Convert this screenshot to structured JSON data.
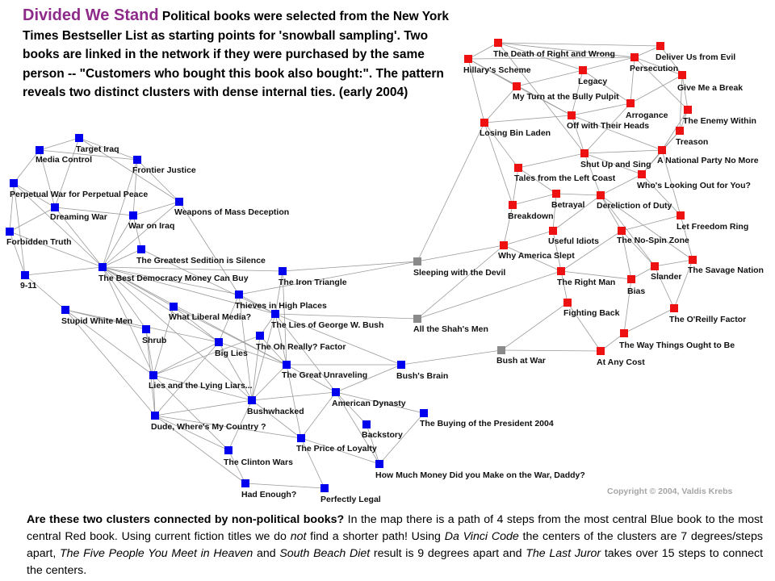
{
  "header": {
    "title": "Divided We Stand",
    "description": "Political books were selected from the New York Times Bestseller List as starting points for 'snowball sampling'. Two books are linked in the network if they were purchased by the same person -- \"Customers who bought this book also bought:\". The pattern reveals two distinct clusters with dense internal ties. (early 2004)"
  },
  "colors": {
    "blue": "#0000ee",
    "red": "#ee1111",
    "gray": "#8a8a8a",
    "edge": "#9a9a9a",
    "title": "#8e2a8a"
  },
  "network": {
    "nodes": [
      {
        "id": "b1",
        "label": "Target Iraq",
        "group": "blue"
      },
      {
        "id": "b2",
        "label": "Media Control",
        "group": "blue"
      },
      {
        "id": "b3",
        "label": "Frontier Justice",
        "group": "blue"
      },
      {
        "id": "b4",
        "label": "Perpetual War for Perpetual Peace",
        "group": "blue"
      },
      {
        "id": "b5",
        "label": "Weapons of Mass Deception",
        "group": "blue"
      },
      {
        "id": "b6",
        "label": "Dreaming War",
        "group": "blue"
      },
      {
        "id": "b7",
        "label": "War on Iraq",
        "group": "blue"
      },
      {
        "id": "b8",
        "label": "Forbidden Truth",
        "group": "blue"
      },
      {
        "id": "b9",
        "label": "The Greatest Sedition is Silence",
        "group": "blue"
      },
      {
        "id": "b10",
        "label": "9-11",
        "group": "blue"
      },
      {
        "id": "b11",
        "label": "The Best Democracy Money Can Buy",
        "group": "blue"
      },
      {
        "id": "b12",
        "label": "The Iron Triangle",
        "group": "blue"
      },
      {
        "id": "b13",
        "label": "Thieves in High Places",
        "group": "blue"
      },
      {
        "id": "b14",
        "label": "Stupid White Men",
        "group": "blue"
      },
      {
        "id": "b15",
        "label": "What Liberal Media?",
        "group": "blue"
      },
      {
        "id": "b16",
        "label": "The Lies of George W. Bush",
        "group": "blue"
      },
      {
        "id": "b17",
        "label": "Shrub",
        "group": "blue"
      },
      {
        "id": "b18",
        "label": "The Oh Really? Factor",
        "group": "blue"
      },
      {
        "id": "b19",
        "label": "Big Lies",
        "group": "blue"
      },
      {
        "id": "b20",
        "label": "The Great Unraveling",
        "group": "blue"
      },
      {
        "id": "b21",
        "label": "Bush's Brain",
        "group": "blue"
      },
      {
        "id": "b22",
        "label": "Lies and the Lying Liars...",
        "group": "blue"
      },
      {
        "id": "b23",
        "label": "American Dynasty",
        "group": "blue"
      },
      {
        "id": "b24",
        "label": "Bushwhacked",
        "group": "blue"
      },
      {
        "id": "b25",
        "label": "The Buying of the President 2004",
        "group": "blue"
      },
      {
        "id": "b26",
        "label": "Dude, Where's My Country ?",
        "group": "blue"
      },
      {
        "id": "b27",
        "label": "Backstory",
        "group": "blue"
      },
      {
        "id": "b28",
        "label": "The Price of Loyalty",
        "group": "blue"
      },
      {
        "id": "b29",
        "label": "The Clinton Wars",
        "group": "blue"
      },
      {
        "id": "b30",
        "label": "How Much Money Did you Make on the War, Daddy?",
        "group": "blue"
      },
      {
        "id": "b31",
        "label": "Had Enough?",
        "group": "blue"
      },
      {
        "id": "b32",
        "label": "Perfectly Legal",
        "group": "blue"
      },
      {
        "id": "g1",
        "label": "Sleeping with the Devil",
        "group": "gray"
      },
      {
        "id": "g2",
        "label": "All the Shah's Men",
        "group": "gray"
      },
      {
        "id": "g3",
        "label": "Bush at War",
        "group": "gray"
      },
      {
        "id": "r1",
        "label": "The Death of Right and Wrong",
        "group": "red"
      },
      {
        "id": "r2",
        "label": "Deliver Us from Evil",
        "group": "red"
      },
      {
        "id": "r3",
        "label": "Hillary's Scheme",
        "group": "red"
      },
      {
        "id": "r4",
        "label": "Persecution",
        "group": "red"
      },
      {
        "id": "r5",
        "label": "Legacy",
        "group": "red"
      },
      {
        "id": "r6",
        "label": "Give Me a Break",
        "group": "red"
      },
      {
        "id": "r7",
        "label": "My Turn at the Bully Pulpit",
        "group": "red"
      },
      {
        "id": "r8",
        "label": "Arrogance",
        "group": "red"
      },
      {
        "id": "r9",
        "label": "The Enemy Within",
        "group": "red"
      },
      {
        "id": "r10",
        "label": "Off with Their Heads",
        "group": "red"
      },
      {
        "id": "r11",
        "label": "Losing Bin Laden",
        "group": "red"
      },
      {
        "id": "r12",
        "label": "Treason",
        "group": "red"
      },
      {
        "id": "r13",
        "label": "Shut Up and Sing",
        "group": "red"
      },
      {
        "id": "r14",
        "label": "A National Party No More",
        "group": "red"
      },
      {
        "id": "r15",
        "label": "Tales from the Left Coast",
        "group": "red"
      },
      {
        "id": "r16",
        "label": "Who's Looking Out for You?",
        "group": "red"
      },
      {
        "id": "r17",
        "label": "Betrayal",
        "group": "red"
      },
      {
        "id": "r18",
        "label": "Dereliction of Duty",
        "group": "red"
      },
      {
        "id": "r19",
        "label": "Breakdown",
        "group": "red"
      },
      {
        "id": "r20",
        "label": "Let Freedom Ring",
        "group": "red"
      },
      {
        "id": "r21",
        "label": "The No-Spin Zone",
        "group": "red"
      },
      {
        "id": "r22",
        "label": "Useful Idiots",
        "group": "red"
      },
      {
        "id": "r23",
        "label": "Why America Slept",
        "group": "red"
      },
      {
        "id": "r24",
        "label": "The Savage Nation",
        "group": "red"
      },
      {
        "id": "r25",
        "label": "Slander",
        "group": "red"
      },
      {
        "id": "r26",
        "label": "The Right Man",
        "group": "red"
      },
      {
        "id": "r27",
        "label": "Bias",
        "group": "red"
      },
      {
        "id": "r28",
        "label": "Fighting Back",
        "group": "red"
      },
      {
        "id": "r29",
        "label": "The O'Reilly Factor",
        "group": "red"
      },
      {
        "id": "r30",
        "label": "The Way Things Ought to Be",
        "group": "red"
      },
      {
        "id": "r31",
        "label": "At Any Cost",
        "group": "red"
      }
    ],
    "edges": [
      [
        "b1",
        "b2"
      ],
      [
        "b1",
        "b3"
      ],
      [
        "b1",
        "b6"
      ],
      [
        "b1",
        "b5"
      ],
      [
        "b2",
        "b4"
      ],
      [
        "b2",
        "b6"
      ],
      [
        "b2",
        "b3"
      ],
      [
        "b3",
        "b5"
      ],
      [
        "b3",
        "b7"
      ],
      [
        "b3",
        "b11"
      ],
      [
        "b4",
        "b6"
      ],
      [
        "b4",
        "b8"
      ],
      [
        "b4",
        "b10"
      ],
      [
        "b4",
        "b11"
      ],
      [
        "b5",
        "b7"
      ],
      [
        "b5",
        "b11"
      ],
      [
        "b5",
        "b13"
      ],
      [
        "b6",
        "b8"
      ],
      [
        "b6",
        "b7"
      ],
      [
        "b6",
        "b11"
      ],
      [
        "b7",
        "b11"
      ],
      [
        "b7",
        "b9"
      ],
      [
        "b8",
        "b10"
      ],
      [
        "b8",
        "b11"
      ],
      [
        "b9",
        "b11"
      ],
      [
        "b9",
        "b16"
      ],
      [
        "b10",
        "b11"
      ],
      [
        "b10",
        "b14"
      ],
      [
        "b11",
        "b13"
      ],
      [
        "b11",
        "b15"
      ],
      [
        "b11",
        "b16"
      ],
      [
        "b11",
        "b20"
      ],
      [
        "b11",
        "b22"
      ],
      [
        "b11",
        "b17"
      ],
      [
        "b11",
        "b19"
      ],
      [
        "b11",
        "b12"
      ],
      [
        "b11",
        "b24"
      ],
      [
        "b12",
        "b16"
      ],
      [
        "b12",
        "b20"
      ],
      [
        "b13",
        "b16"
      ],
      [
        "b13",
        "b19"
      ],
      [
        "b13",
        "b24"
      ],
      [
        "b14",
        "b17"
      ],
      [
        "b14",
        "b22"
      ],
      [
        "b14",
        "b26"
      ],
      [
        "b14",
        "b19"
      ],
      [
        "b15",
        "b19"
      ],
      [
        "b15",
        "b22"
      ],
      [
        "b15",
        "b20"
      ],
      [
        "b16",
        "b18"
      ],
      [
        "b16",
        "b20"
      ],
      [
        "b16",
        "b24"
      ],
      [
        "b16",
        "b21"
      ],
      [
        "b16",
        "g2"
      ],
      [
        "b16",
        "b23"
      ],
      [
        "b17",
        "b22"
      ],
      [
        "b17",
        "b26"
      ],
      [
        "b18",
        "b20"
      ],
      [
        "b18",
        "b22"
      ],
      [
        "b18",
        "b24"
      ],
      [
        "b19",
        "b22"
      ],
      [
        "b19",
        "b24"
      ],
      [
        "b19",
        "b26"
      ],
      [
        "b19",
        "b20"
      ],
      [
        "b20",
        "b23"
      ],
      [
        "b20",
        "b21"
      ],
      [
        "b20",
        "b24"
      ],
      [
        "b20",
        "b28"
      ],
      [
        "b21",
        "b23"
      ],
      [
        "b21",
        "g3"
      ],
      [
        "b22",
        "b24"
      ],
      [
        "b22",
        "b26"
      ],
      [
        "b22",
        "b29"
      ],
      [
        "b23",
        "b25"
      ],
      [
        "b23",
        "b27"
      ],
      [
        "b23",
        "b28"
      ],
      [
        "b23",
        "b30"
      ],
      [
        "b24",
        "b26"
      ],
      [
        "b24",
        "b28"
      ],
      [
        "b24",
        "b29"
      ],
      [
        "b24",
        "b23"
      ],
      [
        "b25",
        "b30"
      ],
      [
        "b26",
        "b29"
      ],
      [
        "b26",
        "b31"
      ],
      [
        "b26",
        "b28"
      ],
      [
        "b27",
        "b30"
      ],
      [
        "b28",
        "b32"
      ],
      [
        "b28",
        "b30"
      ],
      [
        "b29",
        "b31"
      ],
      [
        "b31",
        "b32"
      ],
      [
        "b12",
        "g1"
      ],
      [
        "b13",
        "g1"
      ],
      [
        "g1",
        "r11"
      ],
      [
        "g1",
        "r23"
      ],
      [
        "g2",
        "r23"
      ],
      [
        "g2",
        "r26"
      ],
      [
        "g3",
        "r28"
      ],
      [
        "g3",
        "r31"
      ],
      [
        "r1",
        "r2"
      ],
      [
        "r1",
        "r4"
      ],
      [
        "r1",
        "r3"
      ],
      [
        "r1",
        "r5"
      ],
      [
        "r1",
        "r13"
      ],
      [
        "r2",
        "r4"
      ],
      [
        "r2",
        "r6"
      ],
      [
        "r3",
        "r4"
      ],
      [
        "r3",
        "r11"
      ],
      [
        "r3",
        "r10"
      ],
      [
        "r3",
        "r7"
      ],
      [
        "r4",
        "r5"
      ],
      [
        "r4",
        "r6"
      ],
      [
        "r4",
        "r9"
      ],
      [
        "r4",
        "r8"
      ],
      [
        "r5",
        "r7"
      ],
      [
        "r5",
        "r8"
      ],
      [
        "r5",
        "r10"
      ],
      [
        "r6",
        "r8"
      ],
      [
        "r6",
        "r9"
      ],
      [
        "r7",
        "r10"
      ],
      [
        "r7",
        "r11"
      ],
      [
        "r8",
        "r10"
      ],
      [
        "r8",
        "r13"
      ],
      [
        "r9",
        "r12"
      ],
      [
        "r9",
        "r14"
      ],
      [
        "r10",
        "r11"
      ],
      [
        "r10",
        "r13"
      ],
      [
        "r10",
        "r14"
      ],
      [
        "r11",
        "r15"
      ],
      [
        "r11",
        "r19"
      ],
      [
        "r12",
        "r14"
      ],
      [
        "r13",
        "r14"
      ],
      [
        "r13",
        "r15"
      ],
      [
        "r13",
        "r16"
      ],
      [
        "r13",
        "r18"
      ],
      [
        "r14",
        "r16"
      ],
      [
        "r14",
        "r20"
      ],
      [
        "r15",
        "r17"
      ],
      [
        "r15",
        "r19"
      ],
      [
        "r16",
        "r18"
      ],
      [
        "r16",
        "r20"
      ],
      [
        "r17",
        "r18"
      ],
      [
        "r17",
        "r19"
      ],
      [
        "r17",
        "r22"
      ],
      [
        "r18",
        "r21"
      ],
      [
        "r18",
        "r22"
      ],
      [
        "r18",
        "r24"
      ],
      [
        "r18",
        "r25"
      ],
      [
        "r19",
        "r23"
      ],
      [
        "r20",
        "r21"
      ],
      [
        "r20",
        "r24"
      ],
      [
        "r21",
        "r25"
      ],
      [
        "r21",
        "r27"
      ],
      [
        "r22",
        "r23"
      ],
      [
        "r22",
        "r26"
      ],
      [
        "r23",
        "r26"
      ],
      [
        "r24",
        "r25"
      ],
      [
        "r24",
        "r29"
      ],
      [
        "r25",
        "r27"
      ],
      [
        "r25",
        "r29"
      ],
      [
        "r26",
        "r28"
      ],
      [
        "r26",
        "r27"
      ],
      [
        "r27",
        "r30"
      ],
      [
        "r28",
        "r31"
      ],
      [
        "r29",
        "r30"
      ],
      [
        "r30",
        "r31"
      ],
      [
        "r21",
        "r26"
      ],
      [
        "r12",
        "r16"
      ],
      [
        "r6",
        "r12"
      ]
    ]
  },
  "copyright": "Copyright © 2004, Valdis Krebs",
  "footer": {
    "question": "Are these two clusters connected by non-political books?",
    "text1": " In the map there is a path of 4 steps from the most central Blue book to the most central Red book. Using current fiction titles we do ",
    "em_not": "not",
    "text2": " find a shorter path! Using ",
    "title1": "Da Vinci Code",
    "text3": " the centers of the clusters are 7 degrees/steps apart, ",
    "title2": "The Five People You Meet in Heaven",
    "text4": " and ",
    "title3": "South Beach Diet",
    "text5": " result is 9 degrees apart and ",
    "title4": "The Last Juror",
    "text6": " takes over 15 steps to connect the centers."
  }
}
